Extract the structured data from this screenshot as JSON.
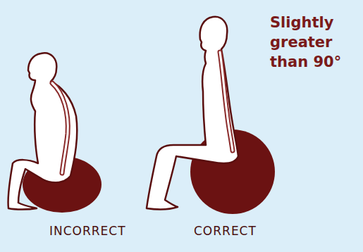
{
  "diagram": {
    "labels": [
      "Slightly greater than 90°",
      "INCORRECT",
      "CORRECT"
    ]
  }
}
